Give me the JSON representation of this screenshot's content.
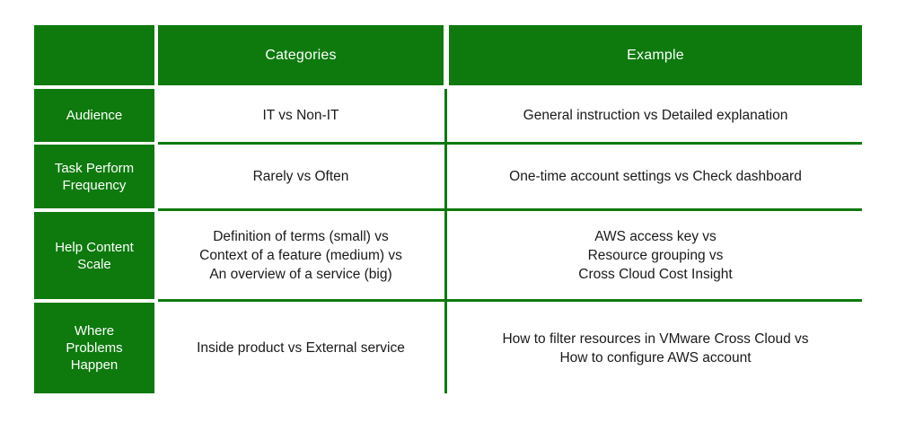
{
  "table": {
    "columns": [
      {
        "key": "label",
        "header": ""
      },
      {
        "key": "categories",
        "header": "Categories"
      },
      {
        "key": "example",
        "header": "Example"
      }
    ],
    "header": {
      "corner": "",
      "categories": "Categories",
      "example": "Example"
    },
    "rows": [
      {
        "label": "Audience",
        "categories": "IT  vs  Non-IT",
        "example": "General instruction  vs  Detailed explanation"
      },
      {
        "label": "Task Perform\nFrequency",
        "categories": "Rarely  vs  Often",
        "example": "One-time account settings  vs  Check dashboard"
      },
      {
        "label": "Help Content\nScale",
        "categories": "Definition of terms (small)  vs\nContext of a feature (medium)  vs\nAn overview of a service (big)",
        "example": "AWS access key  vs\nResource grouping  vs\nCross Cloud Cost Insight"
      },
      {
        "label": "Where\nProblems\nHappen",
        "categories": "Inside product  vs  External service",
        "example": "How to filter resources in VMware Cross Cloud vs\nHow to configure AWS account"
      }
    ]
  },
  "colors": {
    "brand_green": "#0E7A0E",
    "header_text": "#ffffff",
    "body_text": "#1a1a1a",
    "background": "#ffffff"
  }
}
